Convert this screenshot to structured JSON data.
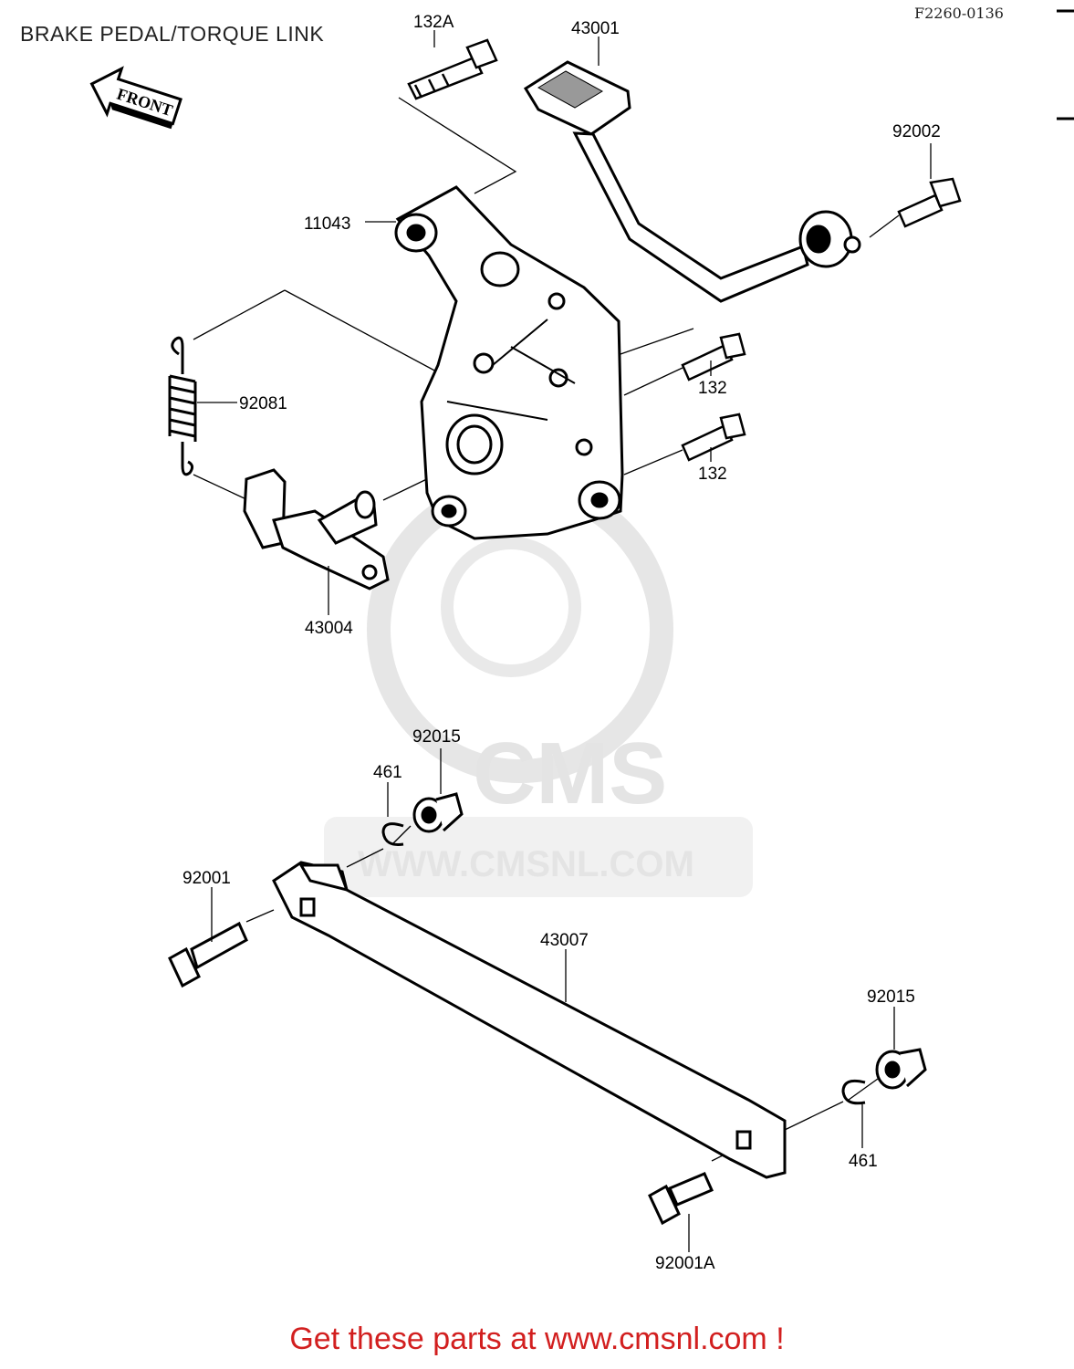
{
  "title": "BRAKE PEDAL/TORQUE LINK",
  "figure_code": "F2260-0136",
  "front_marker": "FRONT",
  "watermark": {
    "logo_text": "CMS",
    "url_text": "WWW.CMSNL.COM"
  },
  "call_to_action": "Get these parts at www.cmsnl.com !",
  "colors": {
    "cta": "#d21f1f",
    "watermark": "#e4e4e4"
  },
  "parts": [
    {
      "id": "132A",
      "label": "132A"
    },
    {
      "id": "43001",
      "label": "43001"
    },
    {
      "id": "92002",
      "label": "92002"
    },
    {
      "id": "11043",
      "label": "11043"
    },
    {
      "id": "92081",
      "label": "92081"
    },
    {
      "id": "132-upper",
      "label": "132"
    },
    {
      "id": "132-lower",
      "label": "132"
    },
    {
      "id": "43004",
      "label": "43004"
    },
    {
      "id": "92015-upper",
      "label": "92015"
    },
    {
      "id": "461-upper",
      "label": "461"
    },
    {
      "id": "92001",
      "label": "92001"
    },
    {
      "id": "43007",
      "label": "43007"
    },
    {
      "id": "92015-lower",
      "label": "92015"
    },
    {
      "id": "461-lower",
      "label": "461"
    },
    {
      "id": "92001A",
      "label": "92001A"
    }
  ]
}
